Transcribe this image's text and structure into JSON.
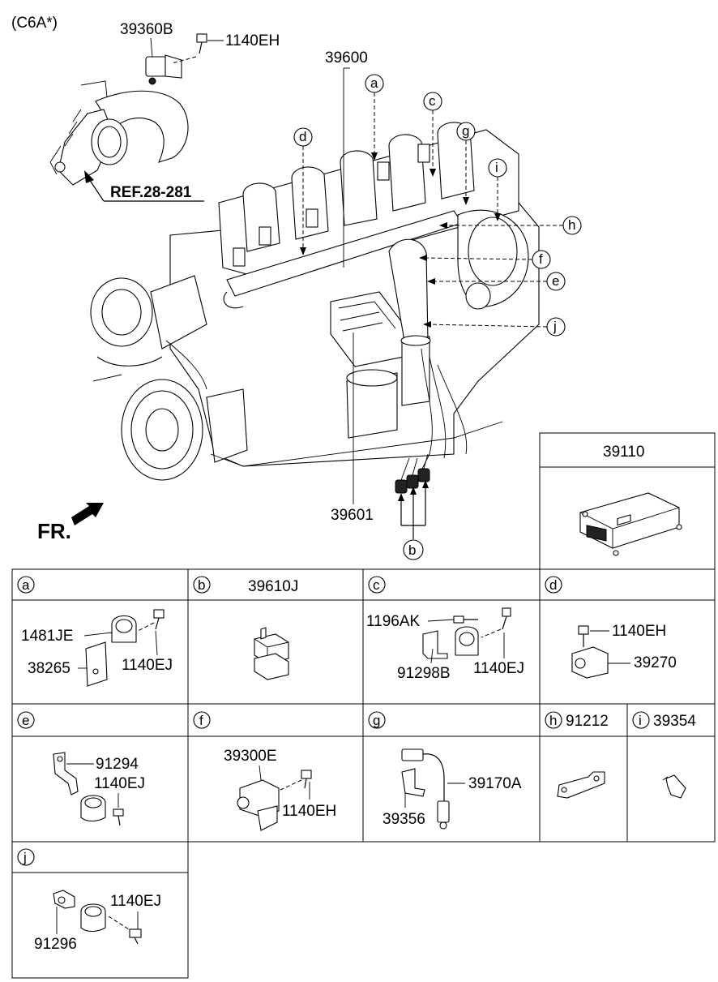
{
  "variant": "(C6A*)",
  "ref_label": "REF.28-281",
  "front_label": "FR.",
  "callouts": {
    "p39360B": "39360B",
    "p1140EH_top": "1140EH",
    "p39600": "39600",
    "p39601": "39601",
    "p39110": "39110"
  },
  "letters": [
    "a",
    "b",
    "c",
    "d",
    "e",
    "f",
    "g",
    "h",
    "i",
    "j"
  ],
  "panels": {
    "a": {
      "letter": "a",
      "parts": [
        "1481JE",
        "38265",
        "1140EJ"
      ]
    },
    "b": {
      "letter": "b",
      "title": "39610J"
    },
    "c": {
      "letter": "c",
      "parts": [
        "1196AK",
        "91298B",
        "1140EJ"
      ]
    },
    "d": {
      "letter": "d",
      "parts": [
        "1140EH",
        "39270"
      ]
    },
    "e": {
      "letter": "e",
      "parts": [
        "91294",
        "1140EJ"
      ]
    },
    "f": {
      "letter": "f",
      "parts": [
        "39300E",
        "1140EH"
      ]
    },
    "g": {
      "letter": "g",
      "parts": [
        "39170A",
        "39356"
      ]
    },
    "h": {
      "letter": "h",
      "title": "91212"
    },
    "i": {
      "letter": "i",
      "title": "39354"
    },
    "j": {
      "letter": "j",
      "parts": [
        "1140EJ",
        "91296"
      ]
    }
  }
}
